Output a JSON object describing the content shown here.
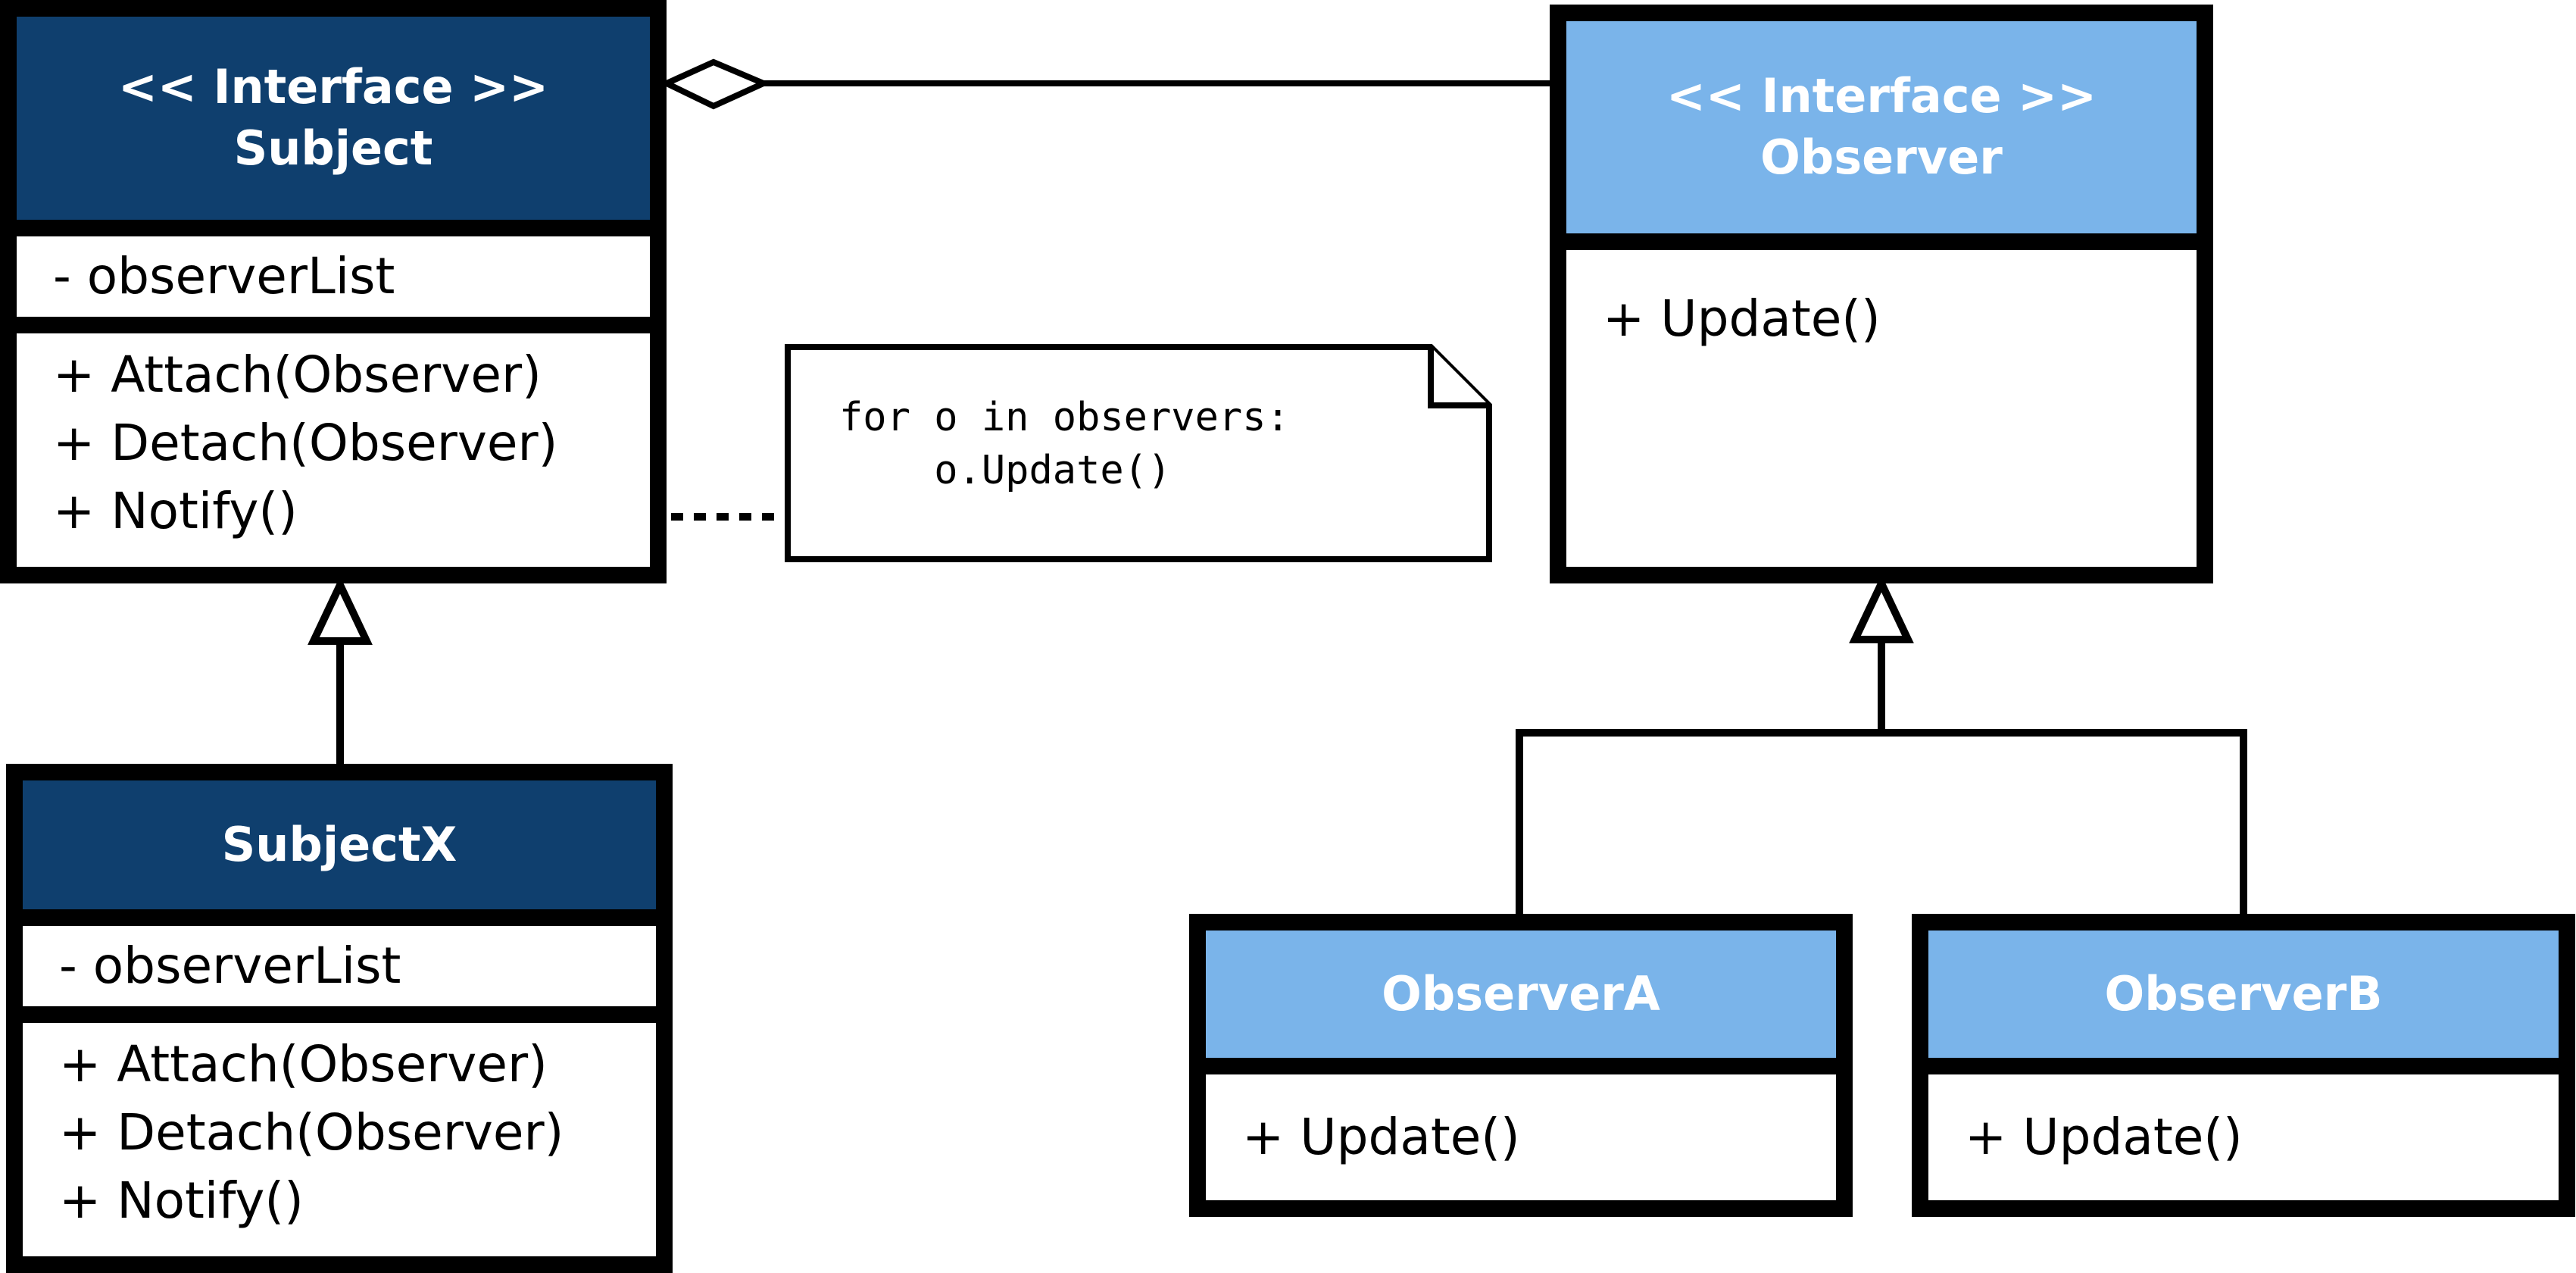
{
  "classes": {
    "subject": {
      "stereotype": "<< Interface >>",
      "name": "Subject",
      "attributes": [
        "- observerList"
      ],
      "methods": [
        "+ Attach(Observer)",
        "+ Detach(Observer)",
        "+ Notify()"
      ]
    },
    "subject_x": {
      "name": "SubjectX",
      "attributes": [
        "- observerList"
      ],
      "methods": [
        "+ Attach(Observer)",
        "+ Detach(Observer)",
        "+ Notify()"
      ]
    },
    "observer": {
      "stereotype": "<< Interface >>",
      "name": "Observer",
      "methods": [
        "+ Update()"
      ]
    },
    "observer_a": {
      "name": "ObserverA",
      "methods": [
        "+ Update()"
      ]
    },
    "observer_b": {
      "name": "ObserverB",
      "methods": [
        "+ Update()"
      ]
    }
  },
  "note": {
    "lines": [
      "for o in observers:",
      "    o.Update()"
    ]
  },
  "colors": {
    "subject_header": "#0f3f6e",
    "observer_header": "#7ab4ea",
    "border": "#000000",
    "background": "#ffffff"
  }
}
